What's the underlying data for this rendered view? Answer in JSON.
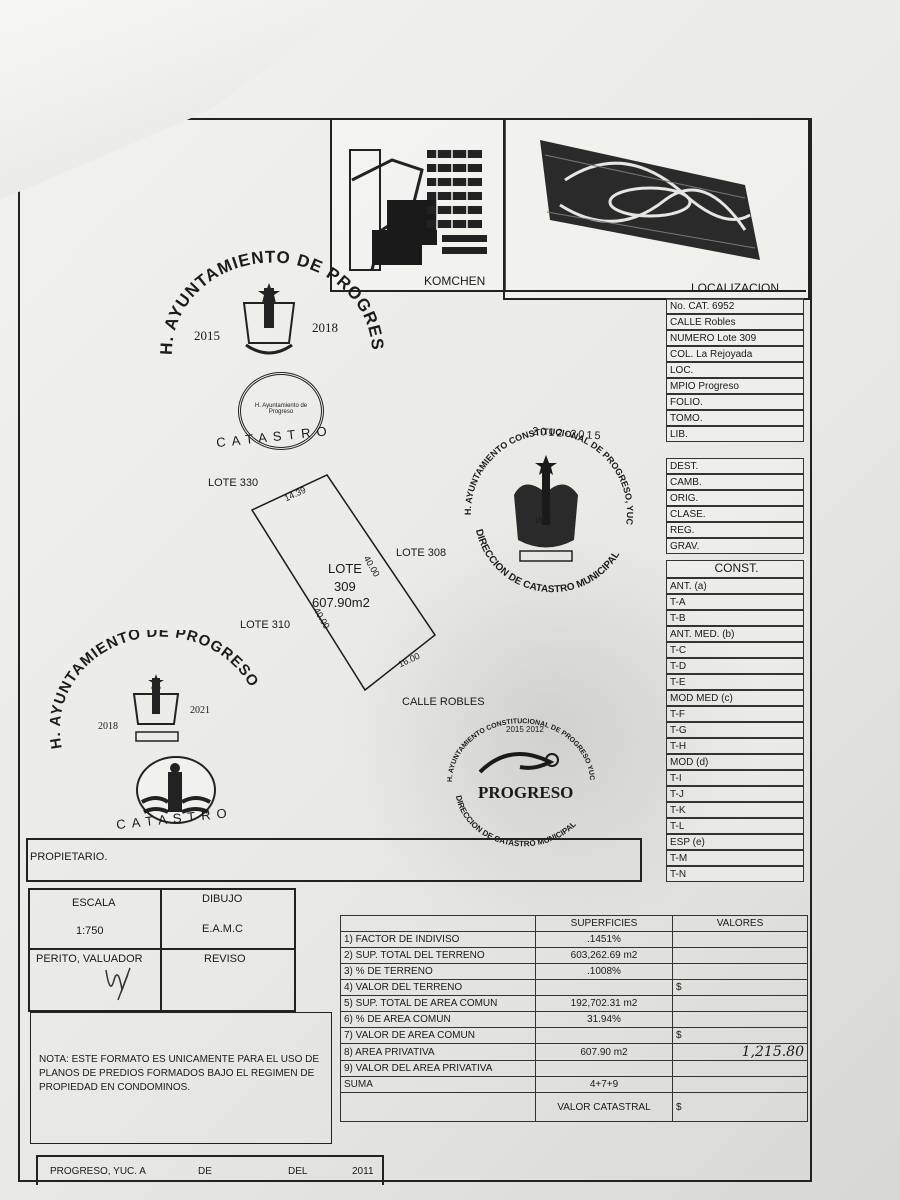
{
  "header": {
    "map_label": "KOMCHEN",
    "localization_label": "LOCALIZACION."
  },
  "info_fields": [
    "No. CAT. 6952",
    "CALLE Robles",
    "NUMERO Lote 309",
    "COL. La Rejoyada",
    "LOC.",
    "MPIO Progreso",
    "FOLIO.",
    "TOMO.",
    "LIB.",
    "DEST.",
    "CAMB.",
    "ORIG.",
    "CLASE.",
    "REG.",
    "GRAV."
  ],
  "const": {
    "title": "CONST.",
    "rows": [
      "ANT. (a)",
      "T-A",
      "T-B",
      "ANT. MED. (b)",
      "T-C",
      "T-D",
      "T-E",
      "MOD MED (c)",
      "T-F",
      "T-G",
      "T-H",
      "MOD (d)",
      "T-I",
      "T-J",
      "T-K",
      "T-L",
      "ESP (e)",
      "T-M",
      "T-N"
    ]
  },
  "stamps": {
    "s1_arc": "H. AYUNTAMIENTO DE PROGRESO",
    "s1_year_left": "2015",
    "s1_year_right": "2018",
    "s2_text": "H. Ayuntamiento de Progreso",
    "catastro": "CATASTRO",
    "s3_arc": "H. AYUNTAMIENTO CONSTITUCIONAL DE PROGRESO, YUCATAN",
    "s3_years": "2012-2015",
    "s3_bottom": "DIRECCION DE CATASTRO MUNICIPAL",
    "s3_year_small": "1871",
    "s4_arc": "H. AYUNTAMIENTO DE PROGRESO",
    "s4_year_left": "2018",
    "s4_year_right": "2021",
    "s5_arc": "H. AYUNTAMIENTO CONSTITUCIONAL DE PROGRESO YUCATAN",
    "s5_years": "2015 2012",
    "s5_logo": "PROGRESO",
    "s5_bottom": "DIRECCION DE CATASTRO MUNICIPAL"
  },
  "plot": {
    "lote_330": "LOTE 330",
    "lote_308": "LOTE 308",
    "lote_310": "LOTE 310",
    "calle": "CALLE ROBLES",
    "lote_label": "LOTE",
    "lote_number": "309",
    "area": "607.90m2",
    "dim_top": "14.39",
    "dim_right": "40.00",
    "dim_left": "40.00",
    "dim_bottom": "16.00"
  },
  "propietario_label": "PROPIETARIO.",
  "escala": {
    "label": "ESCALA",
    "value": "1:750"
  },
  "dibujo": {
    "label": "DIBUJO",
    "value": "E.A.M.C"
  },
  "perito": {
    "label": "PERITO, VALUADOR"
  },
  "reviso": {
    "label": "REVISO"
  },
  "nota": "NOTA: ESTE FORMATO ES UNICAMENTE PARA EL USO DE PLANOS DE PREDIOS FORMADOS BAJO EL REGIMEN DE PROPIEDAD EN CONDOMINOS.",
  "valores_table": {
    "headers": [
      "SUPERFICIES",
      "VALORES"
    ],
    "rows": [
      {
        "label": "1) FACTOR DE INDIVISO",
        "sup": ".1451%",
        "val": ""
      },
      {
        "label": "2) SUP. TOTAL DEL TERRENO",
        "sup": "603,262.69 m2",
        "val": ""
      },
      {
        "label": "3) % DE TERRENO",
        "sup": ".1008%",
        "val": ""
      },
      {
        "label": "4) VALOR DEL TERRENO",
        "sup": "",
        "val": "$"
      },
      {
        "label": "5) SUP. TOTAL DE AREA COMUN",
        "sup": "192,702.31 m2",
        "val": ""
      },
      {
        "label": "6) % DE AREA COMUN",
        "sup": "31.94%",
        "val": ""
      },
      {
        "label": "7) VALOR DE AREA COMUN",
        "sup": "",
        "val": "$"
      },
      {
        "label": "8) AREA PRIVATIVA",
        "sup": "607.90 m2",
        "val": "1,215.80"
      },
      {
        "label": "9) VALOR DEL AREA PRIVATIVA",
        "sup": "",
        "val": ""
      },
      {
        "label": "SUMA",
        "sup": "4+7+9",
        "val": ""
      }
    ],
    "valor_catastral_label": "VALOR CATASTRAL",
    "valor_catastral_value": "$"
  },
  "footer": {
    "city": "PROGRESO, YUC. A",
    "de": "DE",
    "del": "DEL",
    "year": "2011"
  }
}
